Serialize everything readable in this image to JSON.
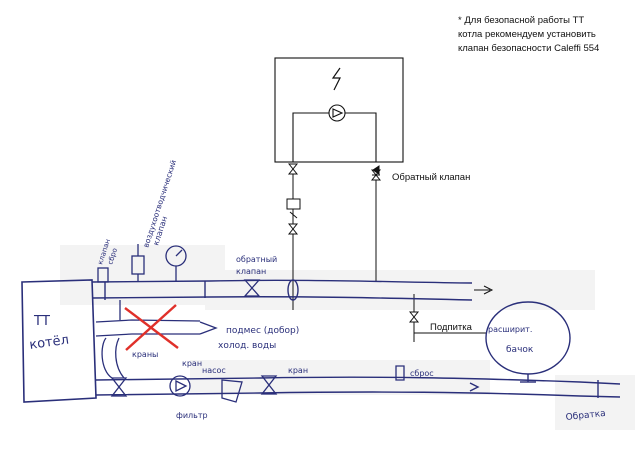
{
  "note": {
    "line1": "* Для безопасной работы  ТТ",
    "line2": "котла рекомендуем установить",
    "line3": "клапан безопасности Caleffi 554"
  },
  "labels": {
    "check_valve_print": "Обратный клапан",
    "makeup_print": "Подпитка",
    "boiler_tt": "ТТ",
    "boiler_kotel": "котёл",
    "safety_valve": "клапан",
    "safety_valve_2": "сбро",
    "air_vent_1": "воздухоотводчический",
    "air_vent_2": "клапан",
    "check_valve_hand_1": "обратный",
    "check_valve_hand_2": "клапан",
    "makeup_hand_1": "подмес (добор)",
    "makeup_hand_2": "холод. воды",
    "valves": "краны",
    "valve_single": "кран",
    "pump": "насос",
    "filter": "фильтр",
    "tap_right": "кран",
    "drain": "сброс",
    "expansion_1": "расширит.",
    "expansion_2": "бачок",
    "return": "Обратка"
  },
  "colors": {
    "ink": "#2a2f7a",
    "print": "#111111",
    "cross": "#e0302a"
  }
}
